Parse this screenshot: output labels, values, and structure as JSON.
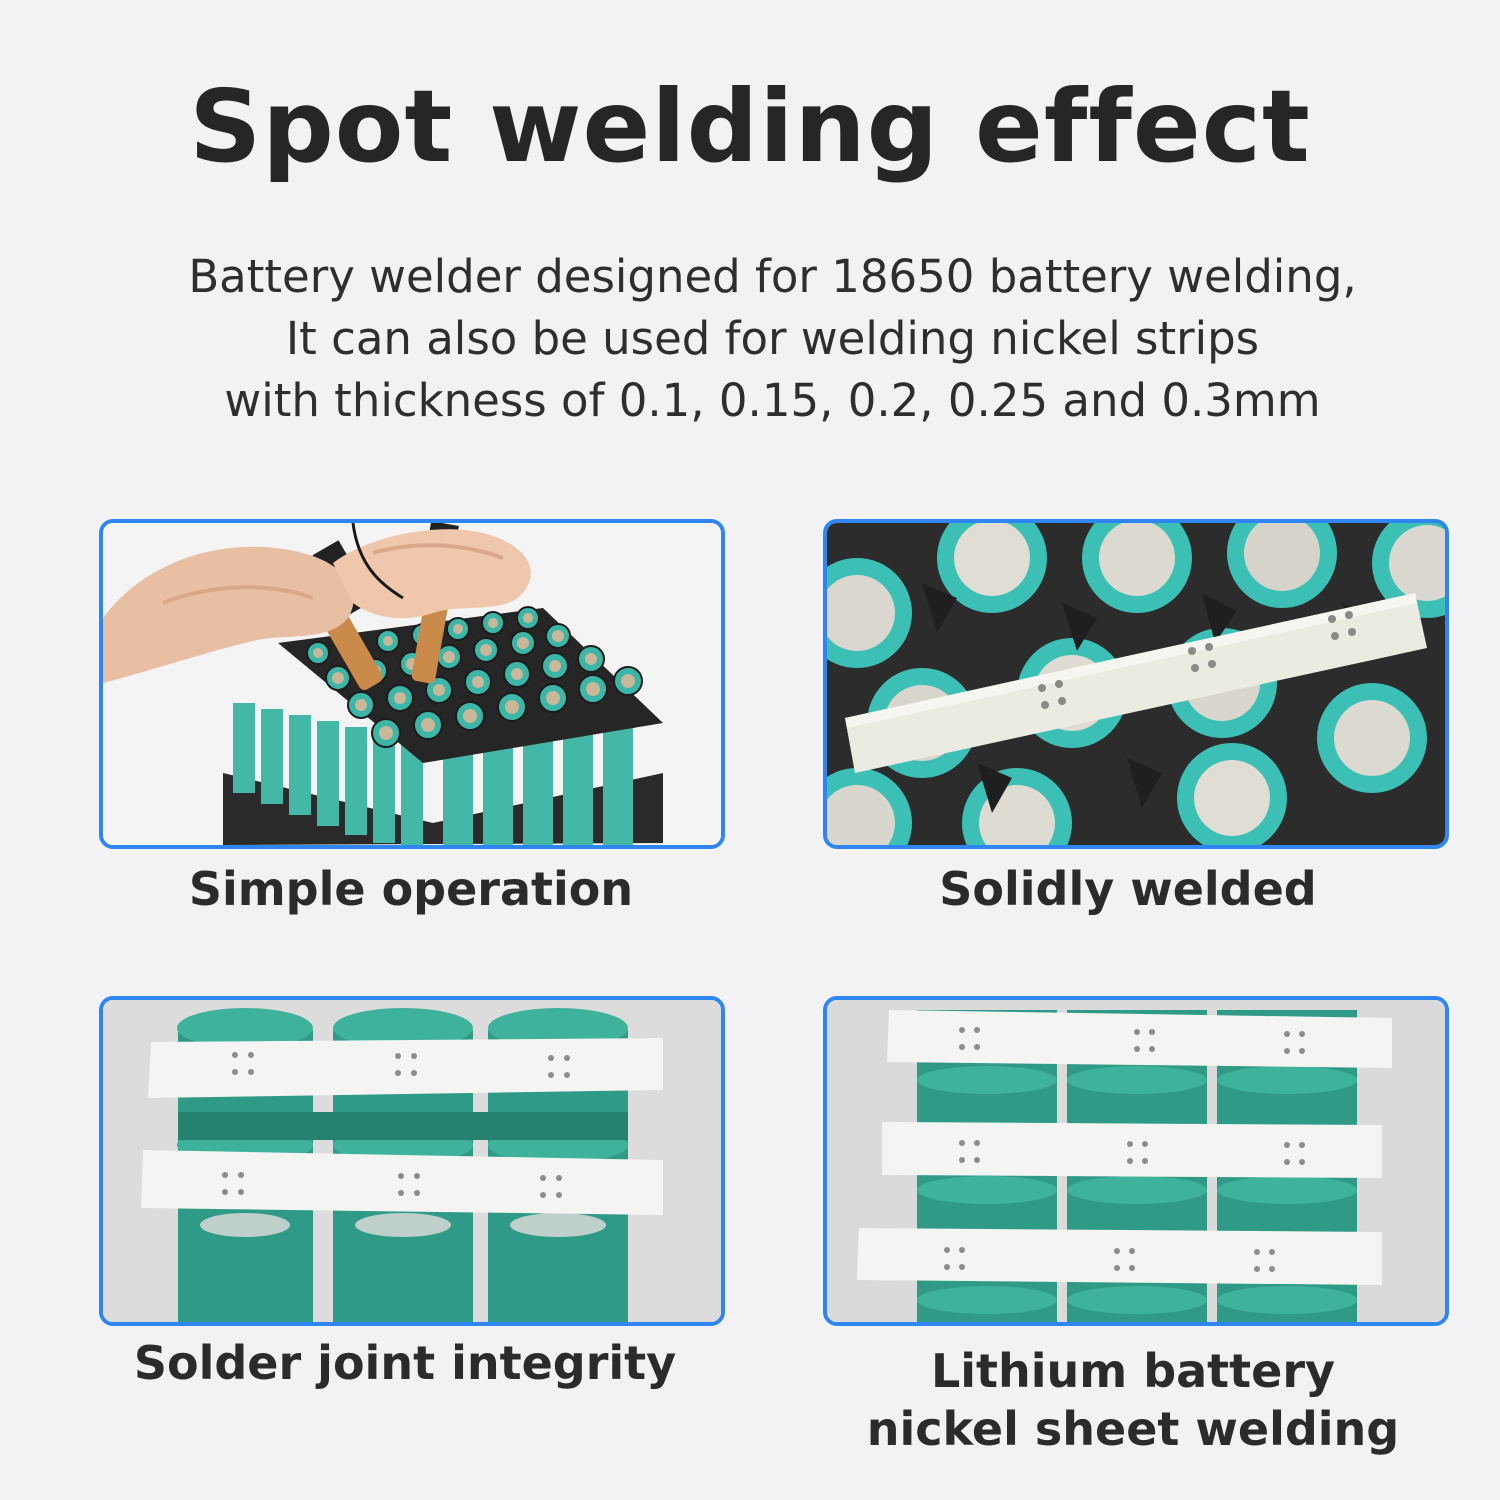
{
  "header": {
    "title": "Spot welding effect",
    "subtitle_lines": [
      "Battery welder designed for 18650 battery welding,",
      "It can also be used for welding nickel strips",
      "with thickness of 0.1, 0.15, 0.2, 0.25 and 0.3mm"
    ]
  },
  "panels": [
    {
      "caption_lines": [
        "Simple operation"
      ],
      "illustration": "hands-welding-battery-pack"
    },
    {
      "caption_lines": [
        "Solidly welded"
      ],
      "illustration": "nickel-strip-on-cells-closeup"
    },
    {
      "caption_lines": [
        "Solder joint integrity"
      ],
      "illustration": "two-nickel-strips-on-cells"
    },
    {
      "caption_lines": [
        "Lithium battery",
        "nickel sheet welding"
      ],
      "illustration": "three-nickel-strips-on-cells"
    }
  ],
  "colors": {
    "frame_border": "#2f86f0",
    "background": "#f2f2f4",
    "cell_teal": "#3cb6a6",
    "cell_dark_teal": "#2f9a86",
    "holder_black": "#2a2a2a",
    "nickel": "#f1f1ee"
  }
}
